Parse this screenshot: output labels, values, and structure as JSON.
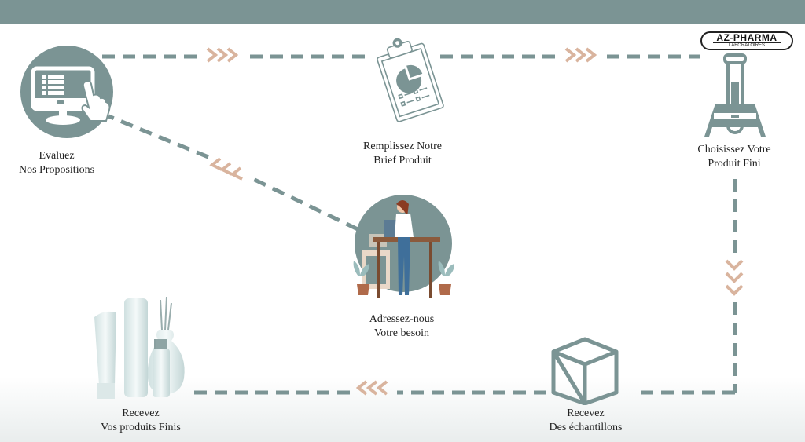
{
  "colors": {
    "header_bar": "#7b9494",
    "dash_line": "#7b9494",
    "chevron": "#d9b49e",
    "icon": "#7b9494",
    "text": "#222222"
  },
  "logo": {
    "name": "AZ-PHARMA",
    "subtitle": "LABORATOIRES"
  },
  "steps": [
    {
      "id": "evaluate",
      "icon": "computer-touch-icon",
      "line1": "Evaluez",
      "line2": "Nos Propositions"
    },
    {
      "id": "brief",
      "icon": "clipboard-chart-icon",
      "line1": "Remplissez Notre",
      "line2": "Brief Produit"
    },
    {
      "id": "choose",
      "icon": "test-tube-stand-icon",
      "line1": "Choisissez Votre",
      "line2": "Produit Fini"
    },
    {
      "id": "samples",
      "icon": "box-icon",
      "line1": "Recevez",
      "line2": "Des échantillons"
    },
    {
      "id": "finished",
      "icon": "cosmetic-products-icon",
      "line1": "Recevez",
      "line2": "Vos produits Finis"
    },
    {
      "id": "need",
      "icon": "scientist-microscope-icon",
      "line1": "Adressez-nous",
      "line2": "Votre besoin"
    }
  ],
  "arrows": [
    "chevron-right",
    "chevron-right",
    "chevron-down",
    "chevron-left",
    "chevron-up-left"
  ]
}
